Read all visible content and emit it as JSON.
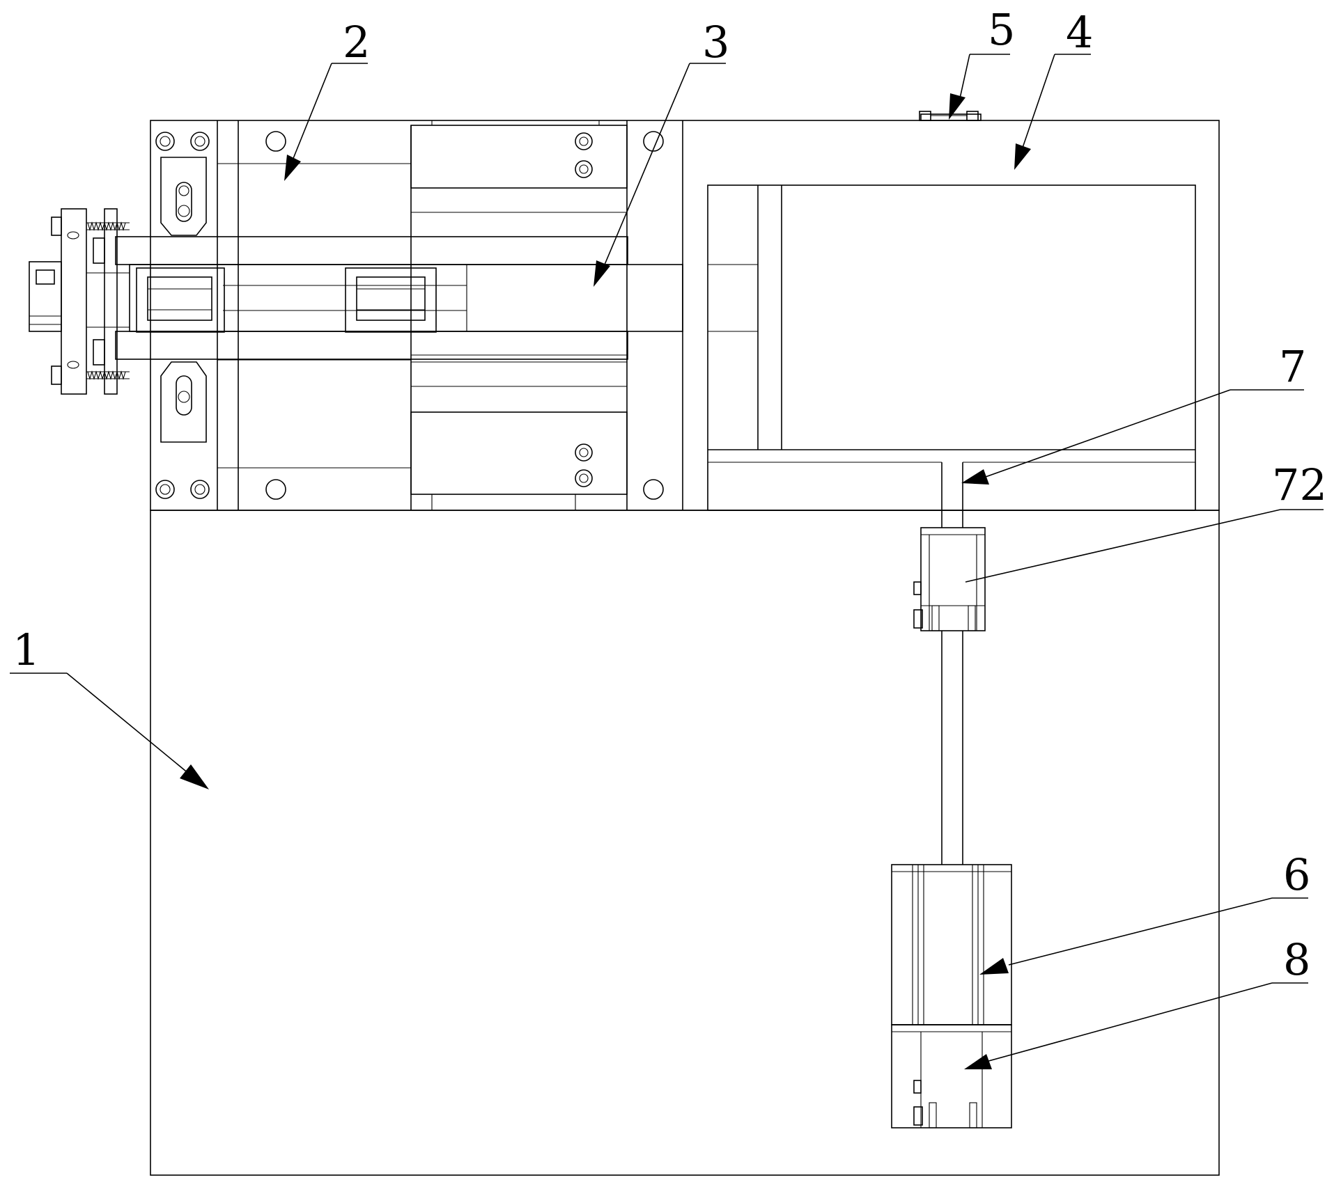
{
  "figure": {
    "labels": [
      {
        "id": "label-1",
        "text": "1"
      },
      {
        "id": "label-2",
        "text": "2"
      },
      {
        "id": "label-3",
        "text": "3"
      },
      {
        "id": "label-4",
        "text": "4"
      },
      {
        "id": "label-5",
        "text": "5"
      },
      {
        "id": "label-6",
        "text": "6"
      },
      {
        "id": "label-7",
        "text": "7"
      },
      {
        "id": "label-72",
        "text": "72"
      },
      {
        "id": "label-8",
        "text": "8"
      }
    ],
    "line_color": "#000000",
    "background": "#ffffff"
  }
}
